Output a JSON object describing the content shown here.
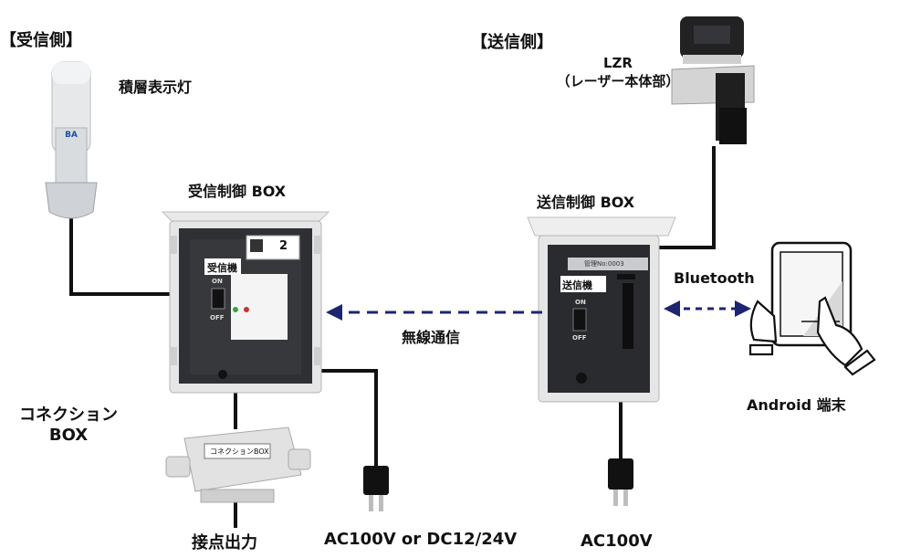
{
  "receiver": {
    "side_label": "【受信側】",
    "stack_light_label": "積層表示灯",
    "control_box_label": "受信制御 BOX",
    "connection_box_label_line1": "コネクション",
    "connection_box_label_line2": "BOX",
    "contact_output_label": "接点出力",
    "power_label": "AC100V or DC12/24V",
    "panel": {
      "title": "受信機",
      "on": "ON",
      "off": "OFF",
      "tag_number": "2"
    },
    "connection_box_sticker": "コネクションBOX"
  },
  "sender": {
    "side_label": "【送信側】",
    "lzr_label_line1": "LZR",
    "lzr_label_line2": "（レーザー本体部）",
    "control_box_label": "送信制御 BOX",
    "power_label": "AC100V",
    "panel": {
      "title": "送信機",
      "on": "ON",
      "off": "OFF",
      "tag": "管理No:0003"
    }
  },
  "links": {
    "wireless_label": "無線通信",
    "bluetooth_label": "Bluetooth"
  },
  "device": {
    "android_label": "Android 端末"
  },
  "colors": {
    "arrow": "#1d2470",
    "cable": "#111111",
    "box_frame": "#d9d9d9",
    "box_inner": "#2b2b2b"
  }
}
